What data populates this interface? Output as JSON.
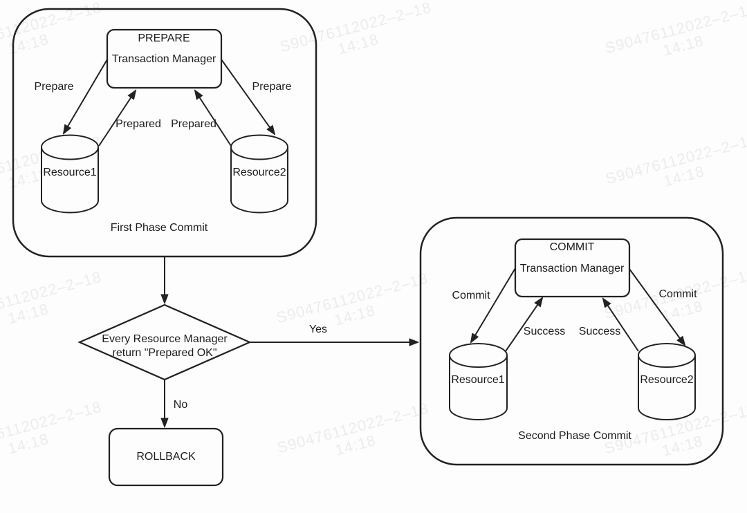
{
  "watermark": {
    "id_text": "S90476112022–2–18",
    "time_text": "14:18",
    "color": "#ececec"
  },
  "diagram": {
    "ink_color": "#222222",
    "background": "#fdfdfd"
  },
  "phase1": {
    "caption": "First Phase Commit",
    "manager_box": {
      "title": "PREPARE",
      "subtitle": "Transaction Manager"
    },
    "arrow_labels": {
      "left_request": "Prepare",
      "right_request": "Prepare",
      "left_response": "Prepared",
      "right_response": "Prepared"
    },
    "resources": {
      "left": "Resource1",
      "right": "Resource2"
    }
  },
  "decision": {
    "question_line1": "Every Resource Manager",
    "question_line2": "return \"Prepared OK\"",
    "yes_label": "Yes",
    "no_label": "No"
  },
  "rollback_box": {
    "label": "ROLLBACK"
  },
  "phase2": {
    "caption": "Second Phase Commit",
    "manager_box": {
      "title": "COMMIT",
      "subtitle": "Transaction Manager"
    },
    "arrow_labels": {
      "left_request": "Commit",
      "right_request": "Commit",
      "left_response": "Success",
      "right_response": "Success"
    },
    "resources": {
      "left": "Resource1",
      "right": "Resource2"
    }
  }
}
